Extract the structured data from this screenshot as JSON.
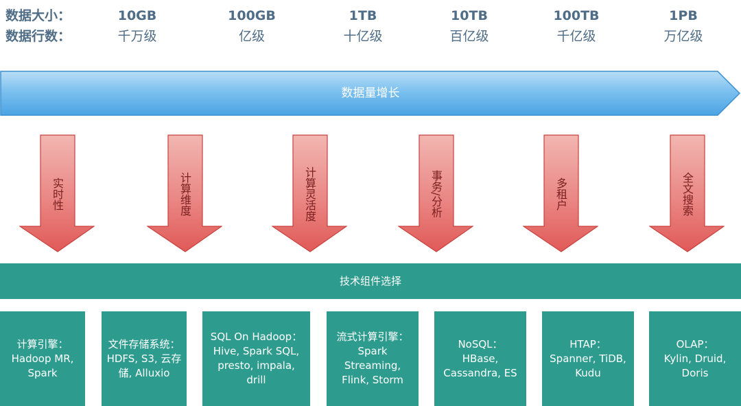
{
  "header": {
    "size_label": "数据大小：",
    "rows_label": "数据行数：",
    "columns": [
      {
        "size": "10GB",
        "rows": "千万级"
      },
      {
        "size": "100GB",
        "rows": "亿级"
      },
      {
        "size": "1TB",
        "rows": "十亿级"
      },
      {
        "size": "10TB",
        "rows": "百亿级"
      },
      {
        "size": "100TB",
        "rows": "千亿级"
      },
      {
        "size": "1PB",
        "rows": "万亿级"
      }
    ]
  },
  "growth_arrow": {
    "label": "数据量增长"
  },
  "factors": [
    {
      "label": "实时性"
    },
    {
      "label": "计算维度"
    },
    {
      "label": "计算灵活度"
    },
    {
      "label": "事务/分析"
    },
    {
      "label": "多租户"
    },
    {
      "label": "全文搜索"
    }
  ],
  "tech_bar": {
    "label": "技术组件选择"
  },
  "tech_boxes": [
    {
      "category": "计算引擎：",
      "items": "Hadoop MR, Spark"
    },
    {
      "category": "文件存储系统：",
      "items": "HDFS, S3, 云存储, Alluxio"
    },
    {
      "category": "SQL On Hadoop：",
      "items": "Hive, Spark SQL, presto, impala, drill"
    },
    {
      "category": "流式计算引擎：",
      "items": "Spark Streaming, Flink, Storm"
    },
    {
      "category": "NoSQL：",
      "items": "HBase, Cassandra, ES"
    },
    {
      "category": "HTAP：",
      "items": "Spanner, TiDB, Kudu"
    },
    {
      "category": "OLAP：",
      "items": "Kylin, Druid, Doris"
    }
  ],
  "colors": {
    "header_text": "#4f6d86",
    "growth_arrow_top": "#b9ddf6",
    "growth_arrow_bottom": "#4aa3e3",
    "factor_arrow_top": "#f2b6b1",
    "factor_arrow_bottom": "#e05a58",
    "tech_green": "#2d9c8e"
  }
}
